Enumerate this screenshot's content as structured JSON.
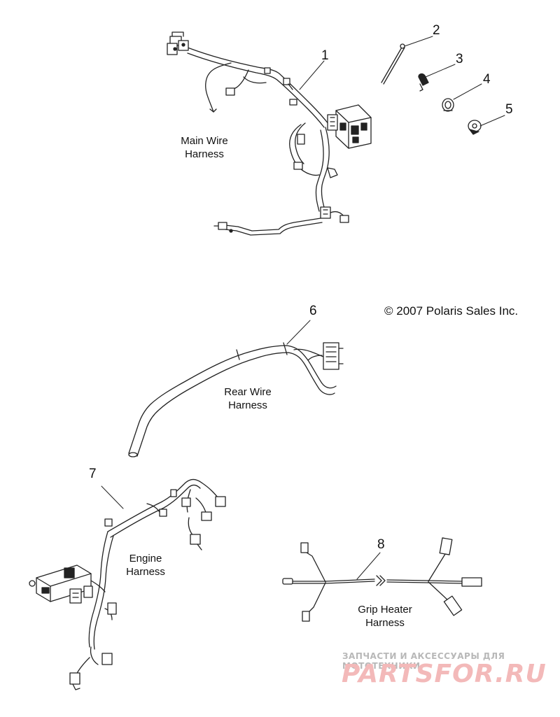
{
  "callouts": {
    "c1": "1",
    "c2": "2",
    "c3": "3",
    "c4": "4",
    "c5": "5",
    "c6": "6",
    "c7": "7",
    "c8": "8"
  },
  "labels": {
    "main_wire_harness": [
      "Main Wire",
      "Harness"
    ],
    "rear_wire_harness": [
      "Rear Wire",
      "Harness"
    ],
    "engine_harness": [
      "Engine",
      "Harness"
    ],
    "grip_heater_harness": [
      "Grip Heater",
      "Harness"
    ]
  },
  "copyright": "© 2007 Polaris Sales Inc.",
  "watermark": {
    "tagline": "ЗАПЧАСТИ И АКСЕССУАРЫ ДЛЯ МОТОТЕХНИКИ",
    "logo": "PARTSFOR.RU"
  }
}
